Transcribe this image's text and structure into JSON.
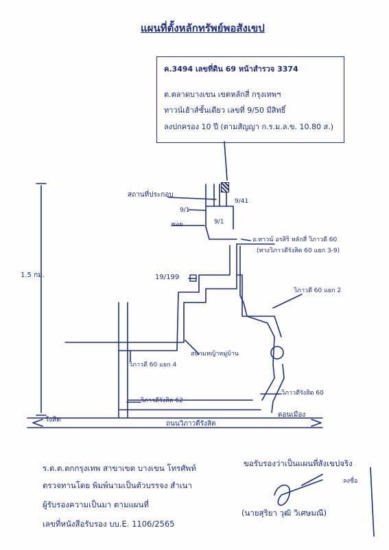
{
  "document": {
    "title": "แผนที่ตั้งหลักทรัพย์พอสังเขป",
    "property_box": {
      "line1": "ค.3494  เลขที่ดิน 69  หน้าสำรวจ 3374",
      "line2": "ต.ตลาดบางเขน  เขตหลักสี่  กรุงเทพฯ",
      "line3": "ทาวน์เฮ้าส์ชั้นเดียว  เลขที่ 9/50  มีสิทธิ์",
      "line4": "ลงปกครอง 10 ปี  (ตามสัญญา ก.ร.ม.ล.ข. 10.80 ส.)"
    },
    "map": {
      "neighbor_label": "สถานที่ประกอบ",
      "plot_label_left": "9/1",
      "plot_label_right": "9/41",
      "plot_label_mid": "9/1",
      "short_label": "ซอย",
      "ramp_label": "อ.ทาวน์ อรสิริ  หลักสี่  วิภาวดี 60",
      "ramp_sub": "(ทางวิภาวดีรังสิต 60 แยก 3-9)",
      "house_label": "19/199",
      "soi_label_1": "วิภาวดี 60 แยก 2",
      "soi_label_2": "วิภาวดี 60 แยก 4",
      "landmark_label": "สนามหญ้าหมู่บ้าน",
      "road_label_3": "วิภาวดีรังสิต 62",
      "road_label_4": "วิภาวดีรังสิต 60",
      "distance_label": "1.5 กม.",
      "main_road": "ถนนวิภาวดีรังสิต",
      "left_dir": "รังสิต",
      "right_dir": "ดอนเมือง"
    },
    "footer_left": {
      "line1": "ร.ต.ต.ตกกรุงเทพ สาขาเขต บางเขน โทรศัพท์",
      "line2": "ตรวจทานโดย  พิมพ์นามเป็นตัวบรรจง  สำเนา",
      "line3": "ผู้รับรองความเป็นมา  ตามแผนที่",
      "line4": "เลขที่หนังสือรับรอง  บบ.E. 1106/2565"
    },
    "footer_right": {
      "line1": "ขอรับรองว่าเป็นแผนที่สังเขปจริง",
      "initial": "ลงชื่อ",
      "name": "(นายสุริยา  วุฒิ  วิเศษมณี)"
    },
    "colors": {
      "ink": "#1f2d7e",
      "paper": "#fdfdfc"
    }
  }
}
